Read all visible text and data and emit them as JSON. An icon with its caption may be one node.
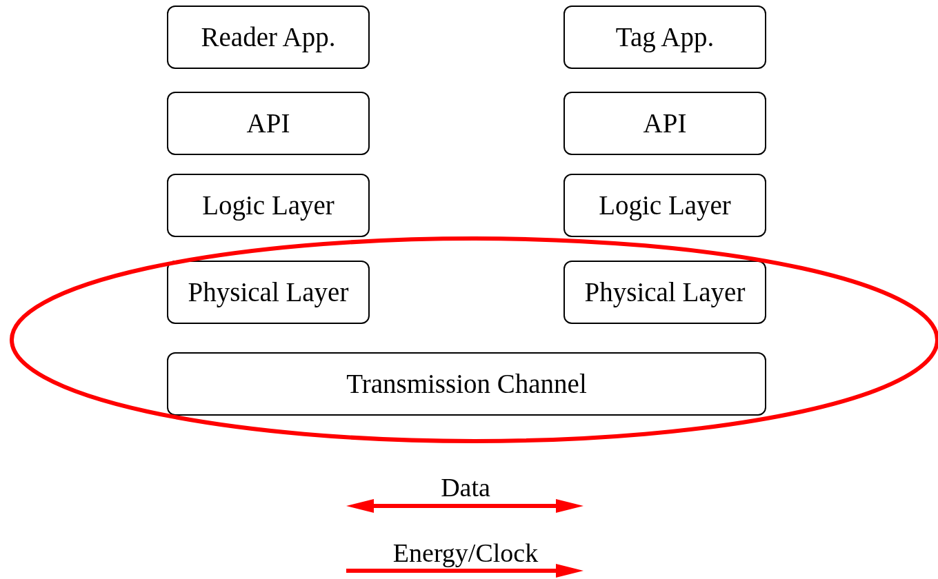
{
  "diagram": {
    "nodes": [
      {
        "text": [
          "Reader App."
        ]
      },
      {
        "text": [
          "Tag App."
        ]
      },
      {
        "text": [
          "API"
        ]
      },
      {
        "text": [
          "API"
        ]
      },
      {
        "text": [
          "Logic Layer"
        ]
      },
      {
        "text": [
          "Logic Layer"
        ]
      },
      {
        "text": [
          "Physical Layer"
        ]
      },
      {
        "text": [
          "Physical Layer"
        ]
      },
      {
        "text": [
          "Transmission Channel"
        ]
      }
    ],
    "legend": [
      {
        "text": "Data"
      },
      {
        "text": "Energy/Clock"
      }
    ]
  }
}
